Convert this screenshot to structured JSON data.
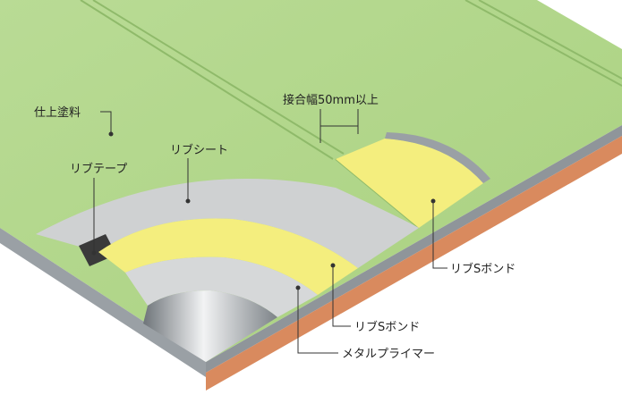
{
  "labels": {
    "finish_paint": "仕上塗料",
    "rib_sheet": "リブシート",
    "rib_tape": "リブテープ",
    "overlap_width": "接合幅50mm以上",
    "rib_s_bond_right": "リブSボンド",
    "rib_s_bond_lower": "リブSボンド",
    "metal_primer": "メタルプライマー"
  },
  "colors": {
    "finish_green": "#b5d98f",
    "substrate_orange": "#d98a5e",
    "metal_gray": "#8f959a",
    "sheet_gray": "#cfd1d2",
    "bond_yellow": "#f4ee7e",
    "tape_dark": "#3a3a3a"
  }
}
